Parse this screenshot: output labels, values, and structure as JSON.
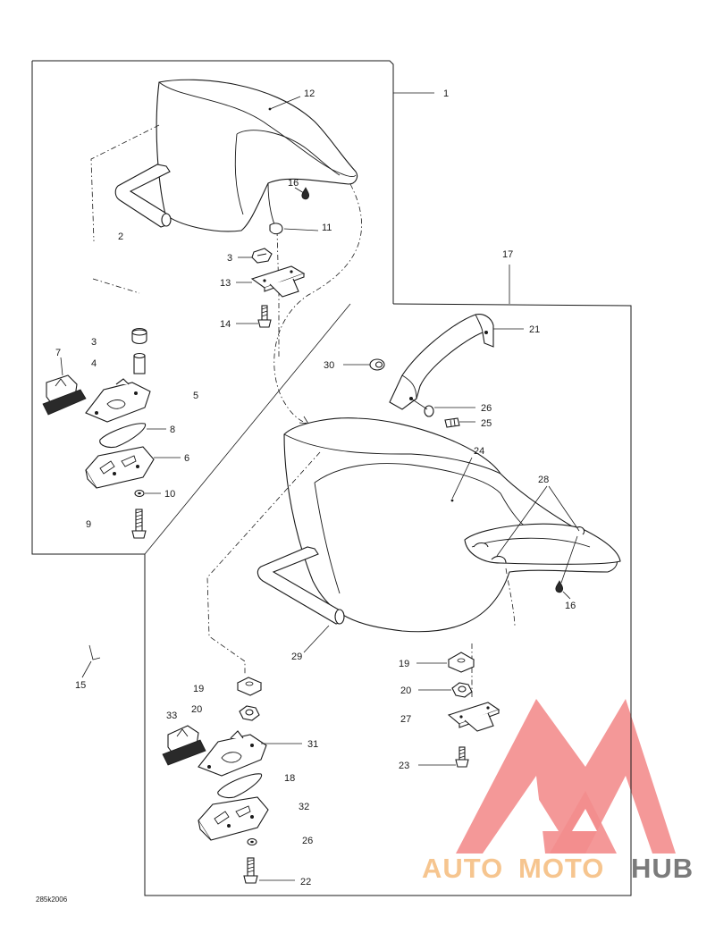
{
  "diagram": {
    "labels": {
      "l1": "1",
      "l2": "2",
      "l3a": "3",
      "l3b": "3",
      "l4": "4",
      "l5": "5",
      "l6": "6",
      "l7": "7",
      "l8": "8",
      "l9": "9",
      "l10": "10",
      "l11": "11",
      "l12": "12",
      "l13": "13",
      "l14": "14",
      "l15": "15",
      "l16a": "16",
      "l16b": "16",
      "l17": "17",
      "l18": "18",
      "l19a": "19",
      "l19b": "19",
      "l20a": "20",
      "l20b": "20",
      "l21": "21",
      "l22": "22",
      "l23": "23",
      "l24": "24",
      "l25": "25",
      "l26a": "26",
      "l26b": "26",
      "l27": "27",
      "l28": "28",
      "l29": "29",
      "l30": "30",
      "l31": "31",
      "l32": "32",
      "l33": "33"
    },
    "drawing_code": "285k2006"
  },
  "watermark": {
    "part1": "AUTO",
    "part2": "MOTO",
    "part3": "HUB",
    "color_light": "#f6c58f",
    "color_dark": "#7b7b7b",
    "logo_color": "#f38d8d"
  }
}
